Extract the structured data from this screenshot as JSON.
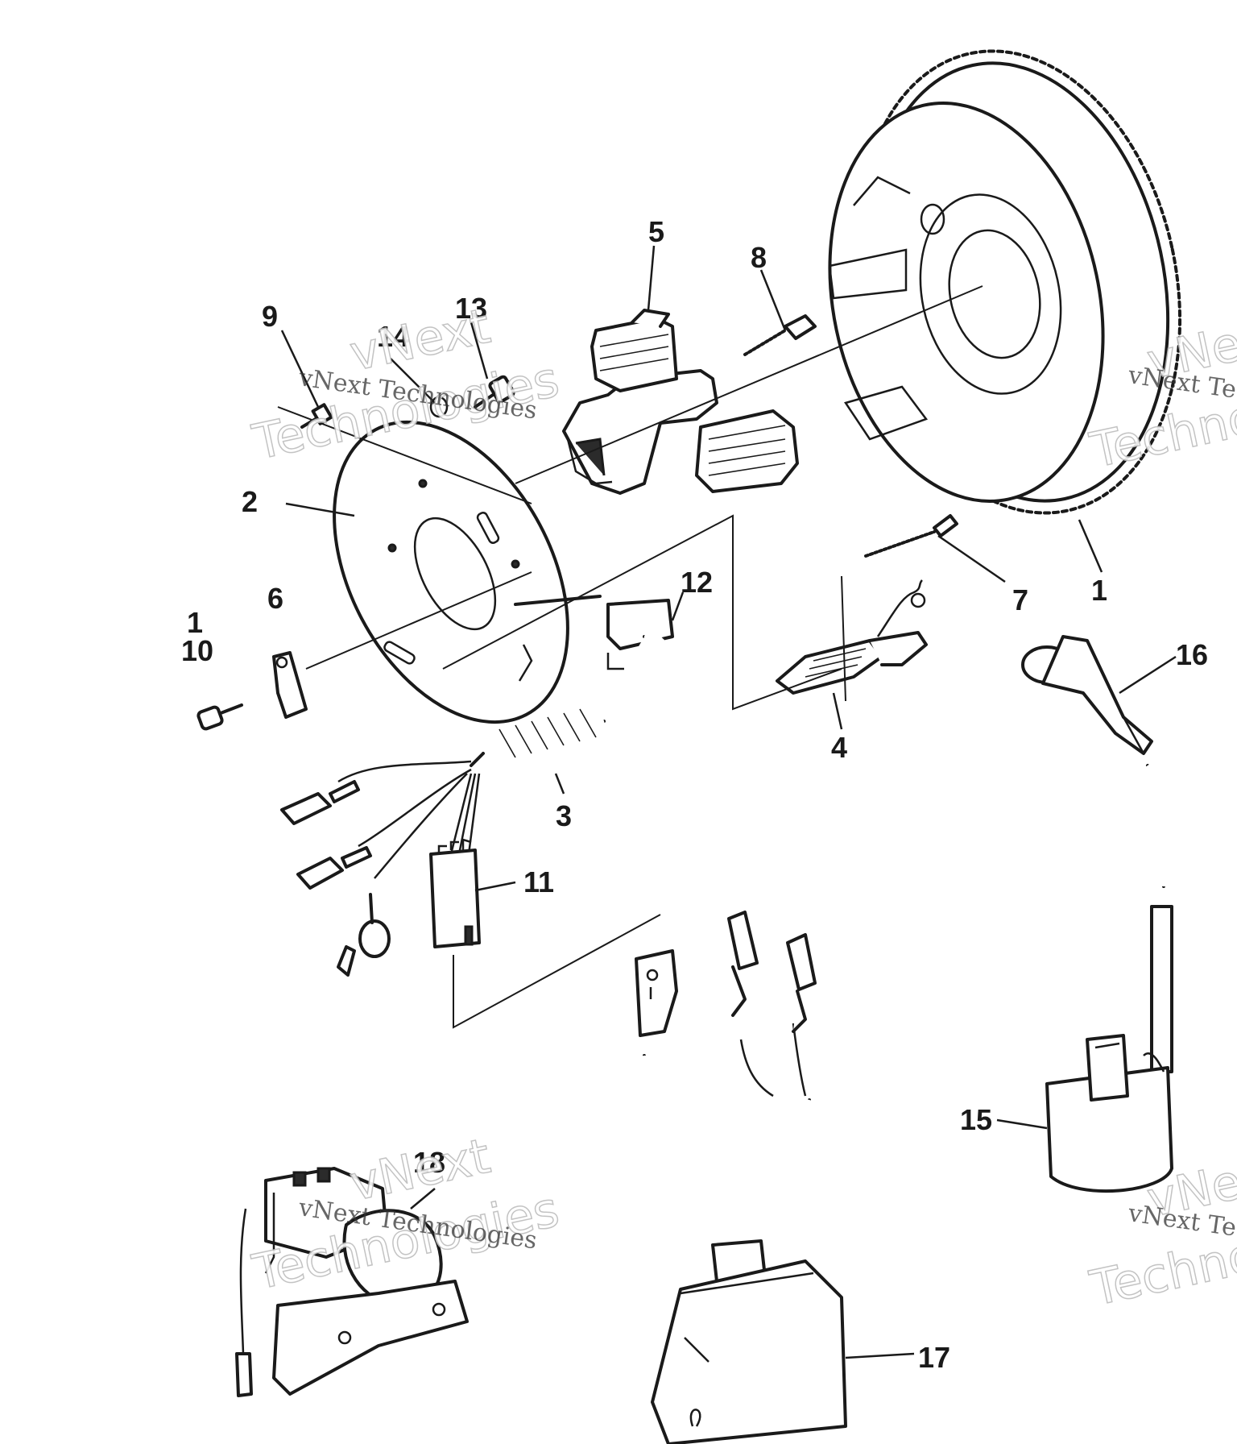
{
  "callouts": [
    {
      "id": "1",
      "label": "1"
    },
    {
      "id": "1b",
      "label": "1"
    },
    {
      "id": "2",
      "label": "2"
    },
    {
      "id": "3",
      "label": "3"
    },
    {
      "id": "4",
      "label": "4"
    },
    {
      "id": "5",
      "label": "5"
    },
    {
      "id": "6",
      "label": "6"
    },
    {
      "id": "7",
      "label": "7"
    },
    {
      "id": "8",
      "label": "8"
    },
    {
      "id": "9",
      "label": "9"
    },
    {
      "id": "10",
      "label": "10"
    },
    {
      "id": "11",
      "label": "11"
    },
    {
      "id": "12",
      "label": "12"
    },
    {
      "id": "13",
      "label": "13"
    },
    {
      "id": "14",
      "label": "14"
    },
    {
      "id": "15",
      "label": "15"
    },
    {
      "id": "16",
      "label": "16"
    },
    {
      "id": "17",
      "label": "17"
    },
    {
      "id": "18",
      "label": "18"
    }
  ],
  "watermark": {
    "small_text": "vNext Technologies",
    "big_line1": "vNext",
    "big_line2": "Technologies",
    "edge_small": "vNext Te",
    "edge_big1": "vNe",
    "edge_big2": "Techno"
  }
}
